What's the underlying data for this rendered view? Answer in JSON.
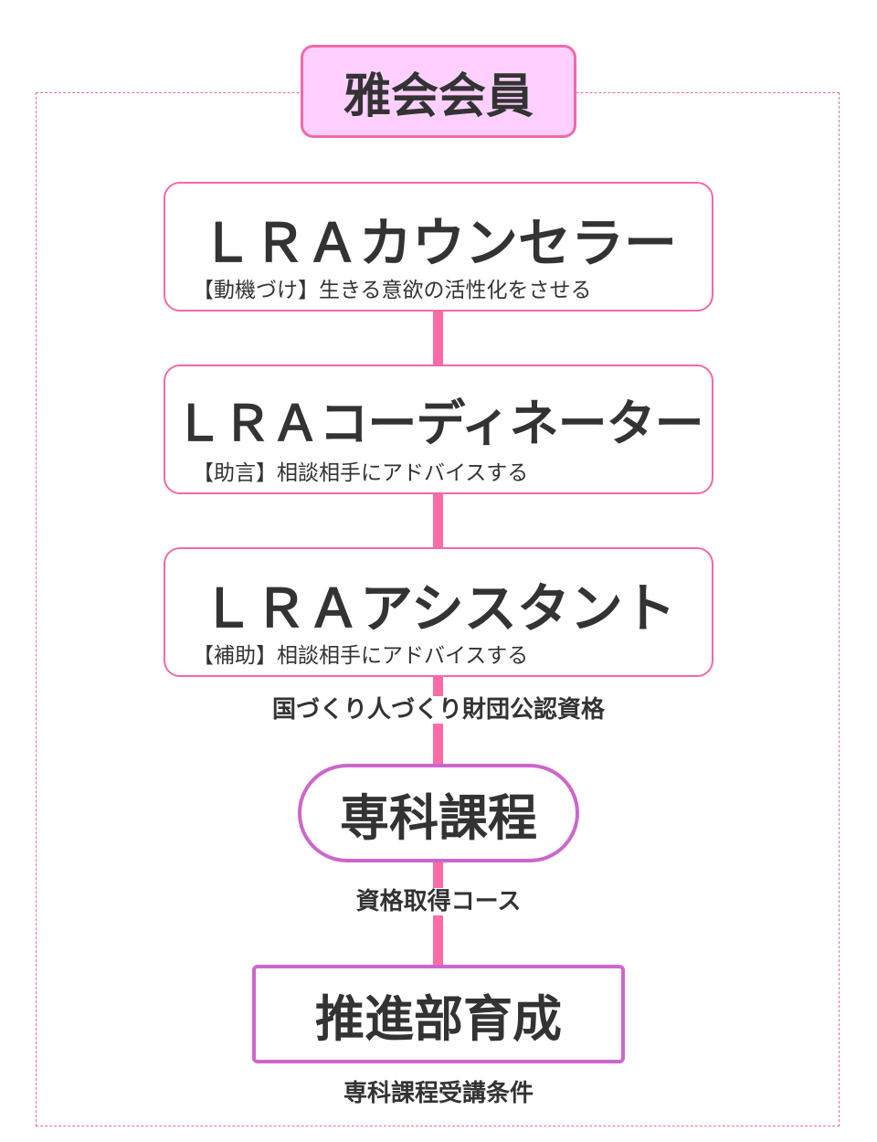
{
  "member": {
    "label": "雅会会員"
  },
  "roles": [
    {
      "title": "ＬＲＡカウンセラー",
      "desc": "【動機づけ】生きる意欲の活性化をさせる"
    },
    {
      "title": "ＬＲＡコーディネーター",
      "desc": "【助言】相談相手にアドバイスする"
    },
    {
      "title": "ＬＲＡアシスタント",
      "desc": "【補助】相談相手にアドバイスする"
    }
  ],
  "certification_note": "国づくり人づくり財団公認資格",
  "senka": {
    "label": "専科課程",
    "note": "資格取得コース"
  },
  "suishin": {
    "label": "推進部育成",
    "note": "専科課程受講条件"
  },
  "colors": {
    "pink_border": "#f06aa8",
    "pink_fill": "#ffd0ff",
    "connector": "#ff6ba8",
    "purple_border": "#cc66cc"
  }
}
